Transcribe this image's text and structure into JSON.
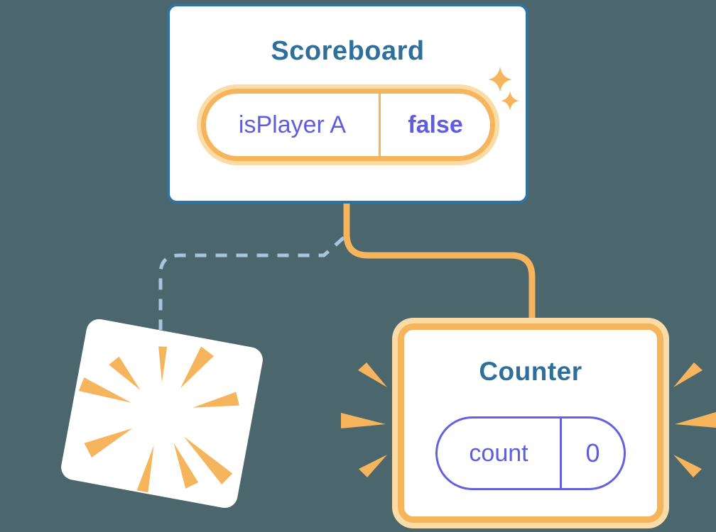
{
  "background_color": "#4C666E",
  "palette": {
    "card_background": "#FFFFFF",
    "scoreboard_border_blue": "#2E74A2",
    "heading_blue": "#2F6F9C",
    "highlight_orange": "#F6B45C",
    "highlight_peach": "#FBDBA6",
    "state_purple": "#5F5DDE",
    "pill_outline_purple": "#6461DF",
    "dashed_connector_blue": "#A7C5DB"
  },
  "scoreboard": {
    "title": "Scoreboard",
    "state_pill": {
      "key": "isPlayer A",
      "value": "false"
    }
  },
  "counter": {
    "title": "Counter",
    "state_pill": {
      "key": "count",
      "value": "0"
    }
  },
  "icons": {
    "sparkles": "sparkle-icon",
    "burst": "burst-icon",
    "emphasis": "emphasis-marks-icon"
  }
}
